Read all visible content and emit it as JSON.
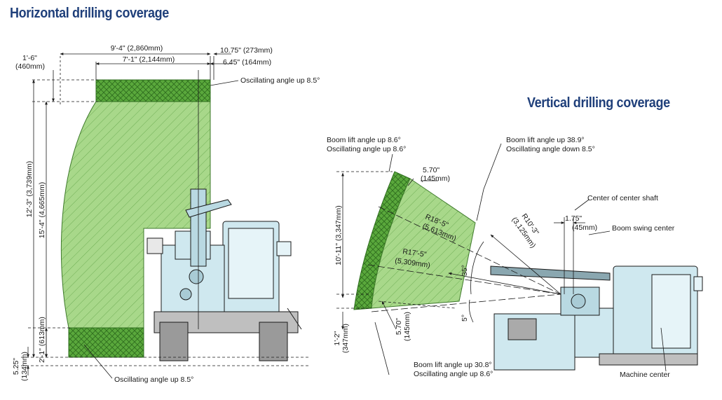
{
  "horizontal": {
    "title": "Horizontal drilling coverage",
    "dims": {
      "top_width": "9'-4\" (2,860mm)",
      "inner_width": "7'-1\" (2,144mm)",
      "right_top_offset": "10.75\" (273mm)",
      "right_inner_offset": "6.45\" (164mm)",
      "left_top_offset_a": "1'-6\"",
      "left_top_offset_b": "(460mm)",
      "height_12": "12'-3\" (3,739mm)",
      "height_15": "15'-4\" (4,665mm)",
      "height_2": "2'-1\" (613mm)",
      "ground_a": "5.25\"",
      "ground_b": "(134mm)"
    },
    "notes": {
      "oscillating_top": "Oscillating angle up 8.5°",
      "oscillating_bottom": "Oscillating angle up 8.5°"
    }
  },
  "vertical": {
    "title": "Vertical drilling coverage",
    "notes": {
      "boom_top_left_1": "Boom lift angle up 8.6°",
      "boom_top_left_2": "Oscillating angle up 8.6°",
      "boom_top_right_1": "Boom lift angle up 38.9°",
      "boom_top_right_2": "Oscillating angle down 8.5°",
      "center_shaft": "Center of center shaft",
      "boom_swing_center": "Boom swing center",
      "boom_bottom_1": "Boom lift angle up 30.8°",
      "boom_bottom_2": "Oscillating angle up 8.6°",
      "machine_center": "Machine center"
    },
    "dims": {
      "top_offset_a": "5.70\"",
      "top_offset_b": "(145mm)",
      "r18_a": "R18'-5\"",
      "r18_b": "(5,613mm)",
      "r17_a": "R17'-5\"",
      "r17_b": "(5,309mm)",
      "r10_a": "R10'-3\"",
      "r10_b": "(3,125mm)",
      "shaft_a": "1.75\"",
      "shaft_b": "(45mm)",
      "angle_35": "35°",
      "angle_5": "5°",
      "height_10": "10'-11\" (3,347mm)",
      "height_1_a": "1'-2\"",
      "height_1_b": "(347mm)",
      "bottom_offset_a": "5.70\"",
      "bottom_offset_b": "(145mm)"
    }
  },
  "colors": {
    "title": "#1f3f7a",
    "coverage_fill": "#a8d88a",
    "coverage_dark": "#5aa83c",
    "machine_fill": "#cfe8ef",
    "line": "#1a1a1a"
  }
}
